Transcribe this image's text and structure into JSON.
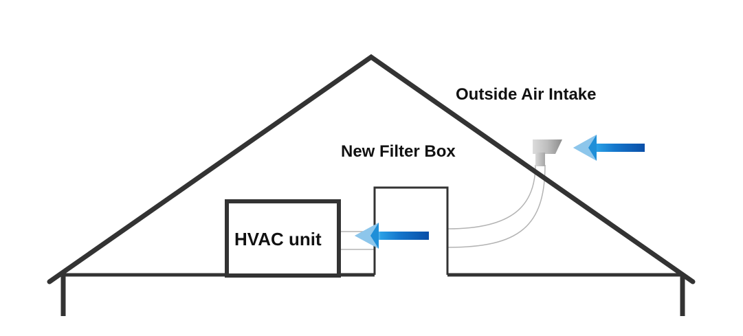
{
  "labels": {
    "outside_air_intake": "Outside Air Intake",
    "new_filter_box": "New Filter Box",
    "hvac_unit": "HVAC unit"
  },
  "colors": {
    "structure_line": "#333333",
    "duct_line": "#b3b3b3",
    "arrow_dark": "#0a4fa8",
    "arrow_mid": "#1f8fd8",
    "arrow_light": "#e8f4fc",
    "intake_hood_light": "#e6e6e6",
    "intake_hood_dark": "#8c8c8c"
  },
  "icons": {
    "intake_arrow": "arrow-left-icon",
    "supply_arrow": "arrow-left-icon"
  }
}
